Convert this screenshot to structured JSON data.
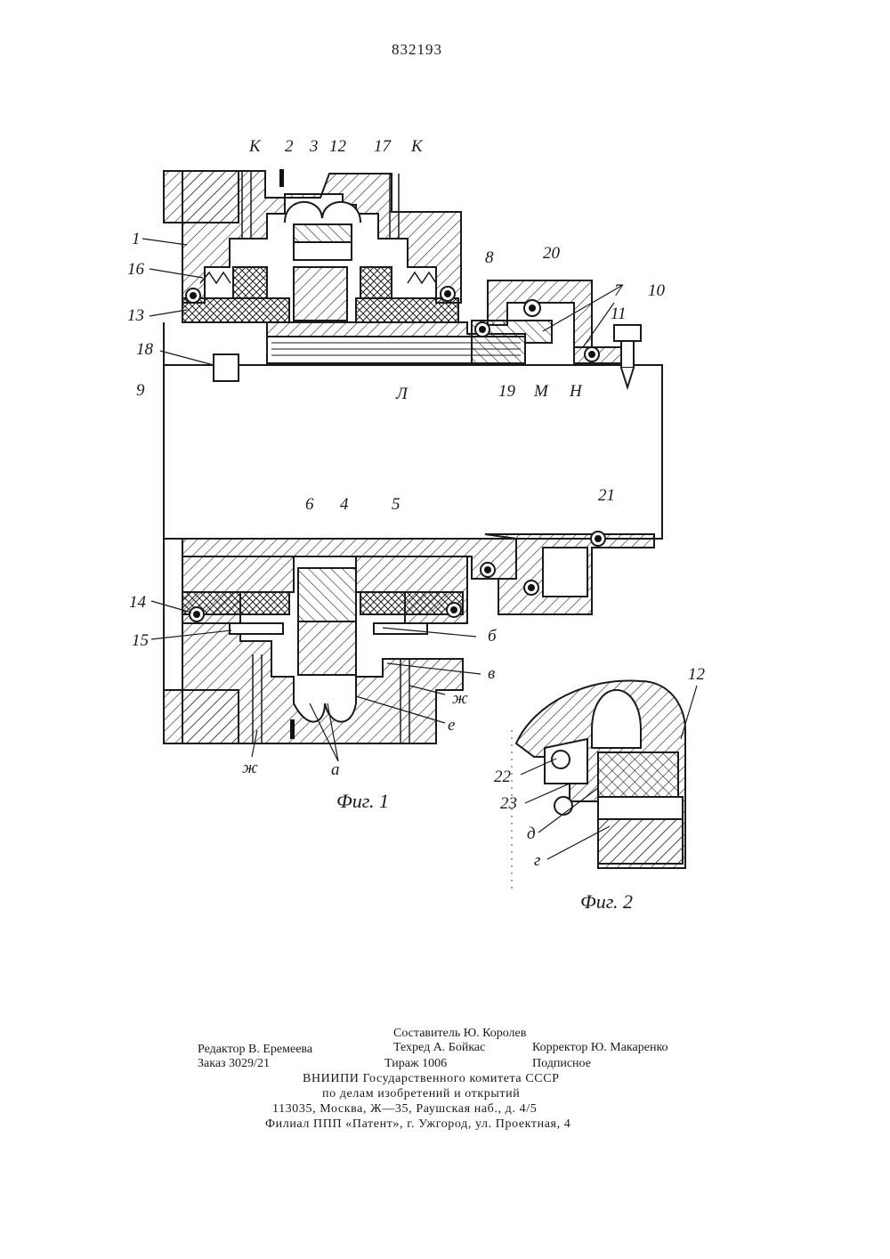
{
  "page_number": "832193",
  "figure1": {
    "caption": "Фиг. 1",
    "labels": {
      "k_left": "К",
      "n2": "2",
      "n3": "3",
      "n12": "12",
      "n17": "17",
      "k_right": "К",
      "n1": "1",
      "n16": "16",
      "n13": "13",
      "n18": "18",
      "n9": "9",
      "n8": "8",
      "n20": "20",
      "n7": "7",
      "n10": "10",
      "n11": "11",
      "n19": "19",
      "l": "Л",
      "m": "М",
      "n_letter": "Н",
      "n6": "6",
      "n4": "4",
      "n5": "5",
      "n21": "21",
      "n14": "14",
      "n15": "15",
      "b": "б",
      "v": "в",
      "zh_right": "ж",
      "e": "е",
      "zh_left": "ж",
      "a": "а"
    }
  },
  "figure2": {
    "caption": "Фиг. 2",
    "labels": {
      "n12": "12",
      "n22": "22",
      "n23": "23",
      "d": "д",
      "g": "г"
    }
  },
  "imprint": {
    "compiler": "Составитель Ю. Королев",
    "editor": "Редактор В. Еремеева",
    "techred": "Техред А. Бойкас",
    "corrector": "Корректор Ю. Макаренко",
    "order": "Заказ 3029/21",
    "circulation": "Тираж 1006",
    "subscription": "Подписное",
    "org1": "ВНИИПИ Государственного комитета СССР",
    "org2": "по делам изобретений и открытий",
    "address": "113035, Москва, Ж—35, Раушская наб., д. 4/5",
    "branch": "Филиал ППП «Патент», г. Ужгород, ул. Проектная, 4"
  }
}
